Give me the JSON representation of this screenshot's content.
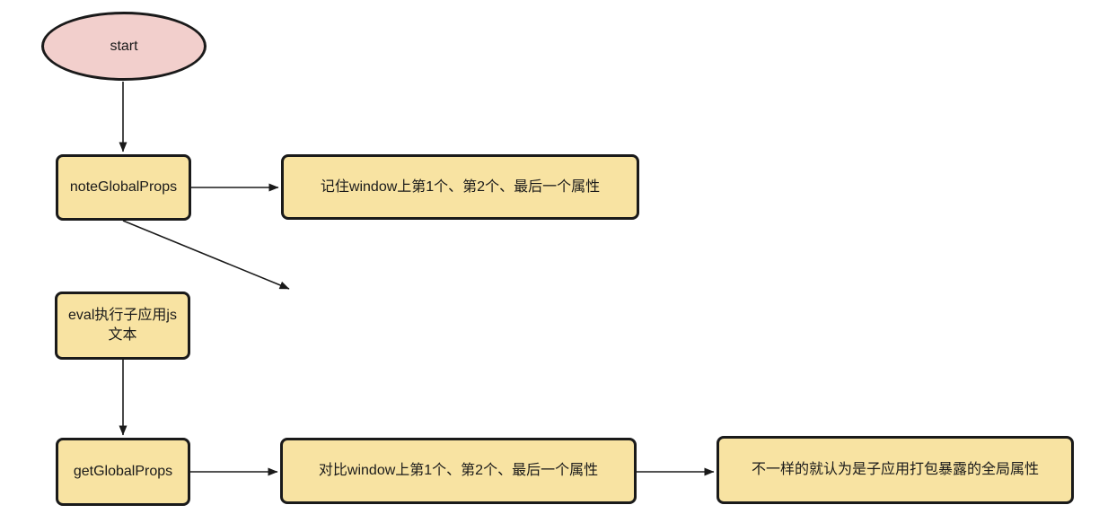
{
  "diagram": {
    "type": "flowchart",
    "nodes": {
      "start": {
        "label": "start"
      },
      "note_global_props": {
        "label": "noteGlobalProps"
      },
      "note_desc": {
        "label": "记住window上第1个、第2个、最后一个属性"
      },
      "eval_js": {
        "lines": [
          "eval执行子应用js",
          "文本"
        ]
      },
      "get_global_props": {
        "label": "getGlobalProps"
      },
      "compare_desc": {
        "label": "对比window上第1个、第2个、最后一个属性"
      },
      "result_desc": {
        "label": "不一样的就认为是子应用打包暴露的全局属性"
      }
    },
    "colors": {
      "process_fill": "#f8e3a2",
      "start_fill": "#f2cfcc",
      "stroke": "#1a1a1a",
      "text": "#1a1a1a",
      "background": "#ffffff"
    }
  }
}
